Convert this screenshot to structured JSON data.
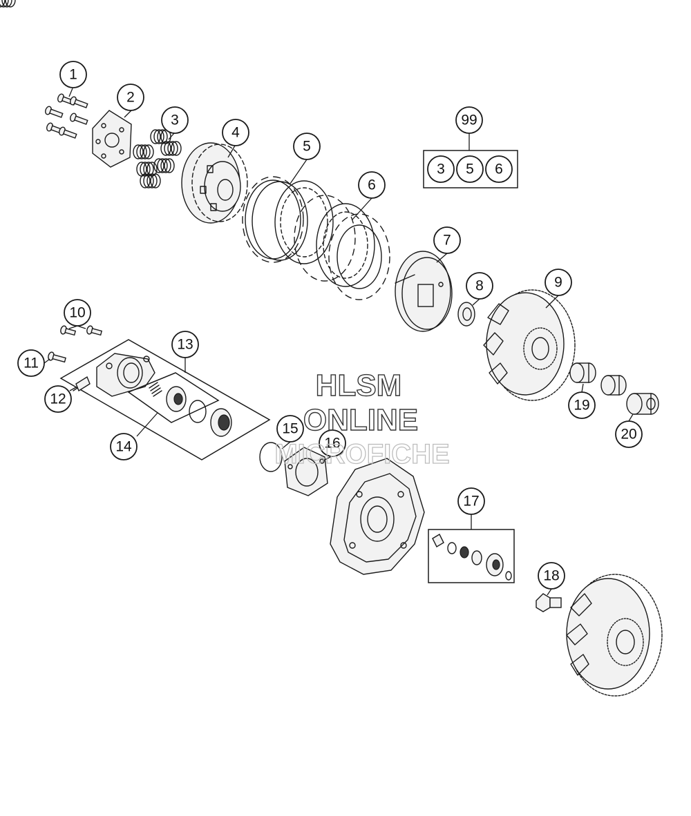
{
  "callouts": {
    "c1": "1",
    "c2": "2",
    "c3": "3",
    "c4": "4",
    "c5": "5",
    "c6": "6",
    "c7": "7",
    "c8": "8",
    "c9": "9",
    "c10": "10",
    "c11": "11",
    "c12": "12",
    "c13": "13",
    "c14": "14",
    "c15": "15",
    "c16": "16",
    "c17": "17",
    "c18": "18",
    "c19": "19",
    "c20": "20",
    "c99": "99"
  },
  "kit99": {
    "items": [
      "3",
      "5",
      "6"
    ]
  },
  "watermark": {
    "line1": "HLSM",
    "line2": "ONLINE",
    "line3": "MICROFICHE"
  },
  "colors": {
    "line": "#1a1a1a",
    "background": "#ffffff",
    "watermark_light": "#bdbdbd"
  }
}
